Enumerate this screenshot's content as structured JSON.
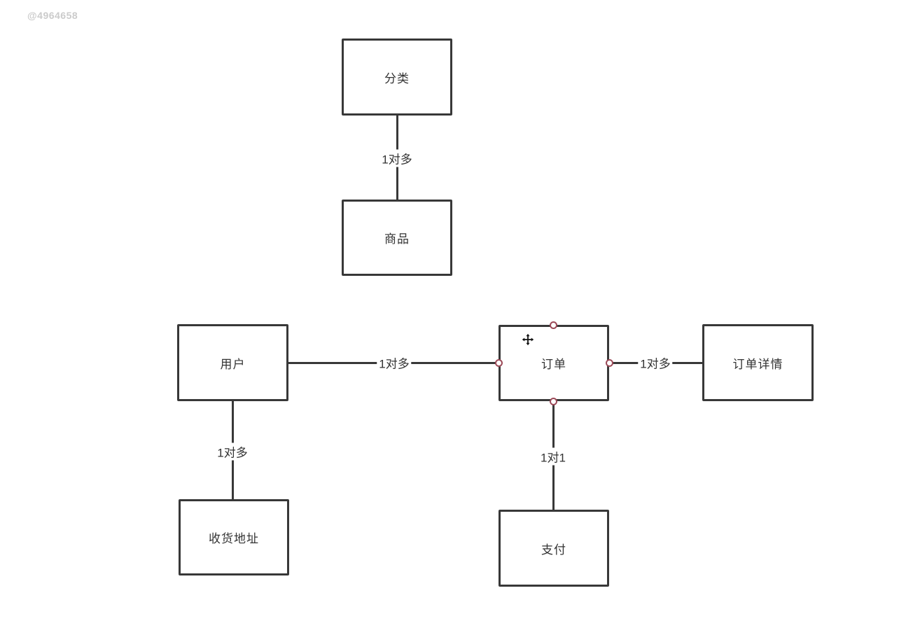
{
  "watermark": "@4964658",
  "colors": {
    "background": "#ffffff",
    "box_border": "#383838",
    "line": "#383838",
    "text": "#333333",
    "handle_border": "#9c4a58",
    "watermark": "#cbcbcb"
  },
  "nodes": [
    {
      "id": "category",
      "label": "分类",
      "selected": false
    },
    {
      "id": "product",
      "label": "商品",
      "selected": false
    },
    {
      "id": "user",
      "label": "用户",
      "selected": false
    },
    {
      "id": "order",
      "label": "订单",
      "selected": true
    },
    {
      "id": "order-detail",
      "label": "订单详情",
      "selected": false
    },
    {
      "id": "shipping-address",
      "label": "收货地址",
      "selected": false
    },
    {
      "id": "payment",
      "label": "支付",
      "selected": false
    }
  ],
  "edges": [
    {
      "from": "category",
      "to": "product",
      "label": "1对多"
    },
    {
      "from": "user",
      "to": "order",
      "label": "1对多"
    },
    {
      "from": "order",
      "to": "order-detail",
      "label": "1对多"
    },
    {
      "from": "user",
      "to": "shipping-address",
      "label": "1对多"
    },
    {
      "from": "order",
      "to": "payment",
      "label": "1对1"
    }
  ],
  "selection": {
    "node": "order",
    "handles": [
      "top",
      "left",
      "right",
      "bottom"
    ],
    "move_icon": "move-cursor"
  }
}
